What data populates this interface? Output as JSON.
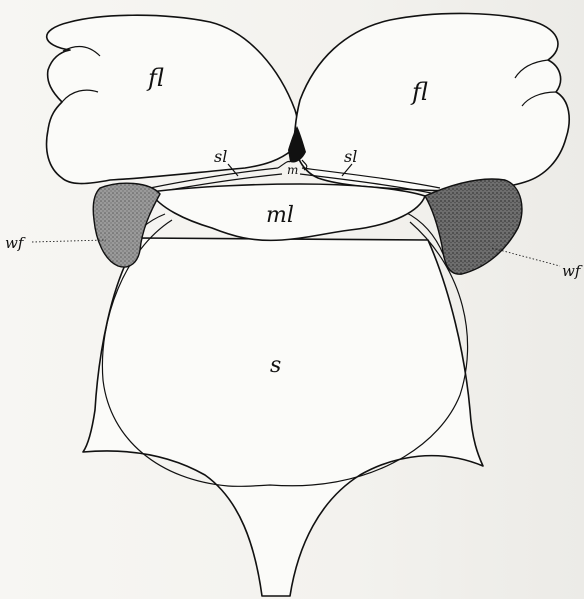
{
  "figure": {
    "labels": {
      "left_lobe": "fl",
      "right_lobe": "fl",
      "left_strand": "sl",
      "right_strand": "sl",
      "middle_lobe": "ml",
      "central_mark": "m",
      "left_wing_fold": "wf",
      "right_wing_fold": "wf",
      "sac": "s"
    },
    "colors": {
      "ink": "#111111",
      "stipple": "#8a8a8a",
      "paper": "#f4f3f0"
    }
  }
}
